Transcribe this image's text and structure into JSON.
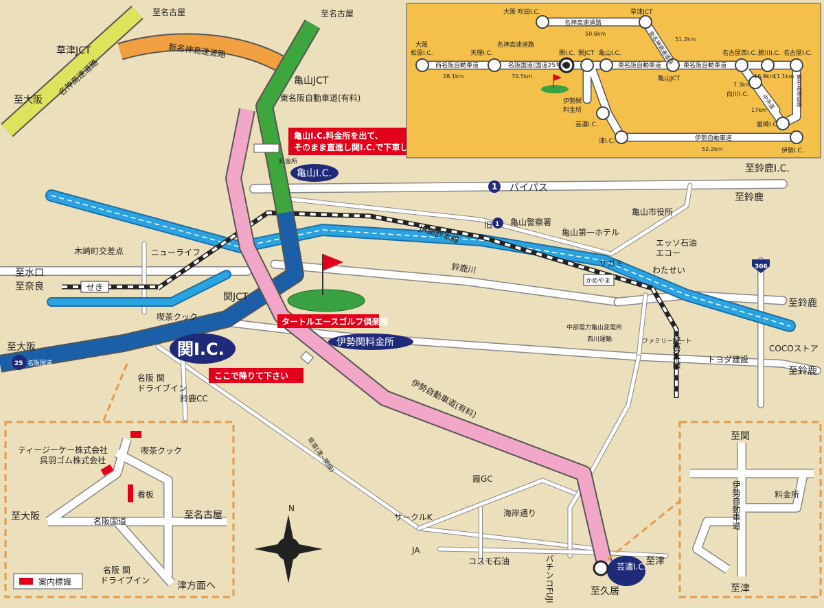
{
  "colors": {
    "background": "#ecdfbb",
    "meihan": "#1b5fa8",
    "shinmeishin": "#f0a040",
    "kusatsu": "#dde35c",
    "higashimeihan": "#3da63d",
    "ise": "#f2a7c8",
    "river": "#2aa3e0",
    "callout": "#e3001b",
    "ic_badge": "#1f2a78",
    "road": "#ffffff"
  },
  "main": {
    "north": "N",
    "to_nagoya_1": "至名古屋",
    "to_nagoya_2": "至名古屋",
    "kusatsu_jct": "草津JCT",
    "to_osaka_top": "至大阪",
    "shinmeishin": "新名神高速道路",
    "meishin": "名神高速道路",
    "kameyama_jct": "亀山JCT",
    "higashimeihan": "東名阪自動車道(有料)",
    "callout_top_1": "亀山I.C.料金所を出て、",
    "callout_top_2": "そのまま直進し関I.C.で下車して下さい",
    "tollgate": "料金所",
    "kameyama_ic": "亀山I.C.",
    "bypass_num": "1",
    "bypass": "バイパス",
    "to_suzuka_ic": "至鈴鹿I.C.",
    "to_suzuka_1": "至鈴鹿",
    "to_suzuka_2": "至鈴鹿",
    "to_suzuka_3": "至鈴鹿",
    "city_hall": "亀山市役所",
    "route1_old": "1",
    "old_mark": "旧",
    "police": "亀山警察署",
    "jr_line": "JR関西本線",
    "hotel": "亀山第一ホテル",
    "esso": "エッソ石油",
    "eco": "エコー",
    "sagami": "サガミ",
    "watasei": "わたせい",
    "route306": "306",
    "kameyama_st": "かめやま",
    "kisei_line": "紀勢本線",
    "suzuka_river": "鈴鹿川",
    "kisaki": "木崎町交差点",
    "newlife": "ニューライフ",
    "to_mizuguchi": "至水口",
    "to_nara": "至奈良",
    "seki_st": "せき",
    "seki_jct": "関JCT",
    "kissa_cook": "喫茶クック",
    "to_osaka_mid": "至大阪",
    "route25": "25",
    "meihan_kokudo": "名阪国道",
    "seki_ic": "関I.C.",
    "callout_seki": "ここで降りて下さい",
    "golf": "タートルエースゴルフ倶楽部",
    "ise_seki_toll": "伊勢関料金所",
    "chubu_denryoku": "中部電力亀山変電所",
    "nishikawa": "西川運輸",
    "familymart": "ファミリーマート",
    "coco": "COCOストア",
    "toyoda": "トヨダ建設",
    "meihan_seki_drivein_1": "名阪 関",
    "meihan_seki_drivein_2": "ドライブイン",
    "suzuka_cc": "鈴鹿CC",
    "ise_expressway": "伊勢自動車道(有料)",
    "prefectural": "県道(津~関線)",
    "kasumi_gc": "霞GC",
    "circle_k": "サークルK",
    "kaigan": "海岸通り",
    "ja": "JA",
    "cosmo": "コスモ石油",
    "pachinko": "パチンコFUJI",
    "to_tsu_main": "至津",
    "to_hisai": "至久居",
    "geino_ic": "芸濃I.C."
  },
  "inset_route": {
    "osaka_suita": "大阪 吹田I.C.",
    "kusatsu": "草津JCT",
    "meishin": "名神高速道路",
    "meishin_km": "50.6km",
    "shinmeishin_v": "新名神高速道路",
    "km51": "51.2km",
    "osaka_matsubara_1": "大阪",
    "osaka_matsubara_2": "松原I.C.",
    "tenri": "天理I.C.",
    "meihan_jd": "西名阪自動車道",
    "km28": "28.1km",
    "meihan_kokudo": "名阪国道(国道25号線)",
    "meishin_top": "名神高速道路",
    "km70": "70.5km",
    "seki_ic": "関I.C.",
    "seki_jct": "関JCT",
    "kameyama_ic": "亀山I.C.",
    "higashimeihan": "東名阪自動車道",
    "higashimeihan2": "東名阪自動車道",
    "kameyama_jct": "亀山JCT",
    "nagoya_nishi": "名古屋西I.C.",
    "katsukawa": "勝川I.C.",
    "nagoya_ic": "名古屋I.C.",
    "km169": "16.9km",
    "km111": "11.1km",
    "km73": "7.3km",
    "shirakawa": "白川I.C.",
    "chuo": "中央道",
    "km17": "17km",
    "hoshizaki": "星崎I.C.",
    "tomei_v": "東名高速道路",
    "ise_seki_1": "伊勢関",
    "ise_seki_2": "料金所",
    "geino": "芸濃I.C.",
    "tsu": "津I.C.",
    "ise_jd": "伊勢自動車道",
    "km52": "52.2km",
    "ise_ic": "伊勢I.C."
  },
  "inset_left": {
    "tgk": "ティージーケー株式会社",
    "kureha": "呉羽ゴム株式会社",
    "kissa": "喫茶クック",
    "kanban": "看板",
    "to_osaka": "至大阪",
    "meihan": "名阪国道",
    "to_nagoya": "至名古屋",
    "drivein_1": "名阪 関",
    "drivein_2": "ドライブイン",
    "to_tsukata": "津方面へ",
    "legend": "案内標識"
  },
  "inset_right": {
    "to_seki": "至関",
    "ise_v": "伊勢自動車道",
    "toll": "料金所",
    "to_tsu": "至津"
  }
}
